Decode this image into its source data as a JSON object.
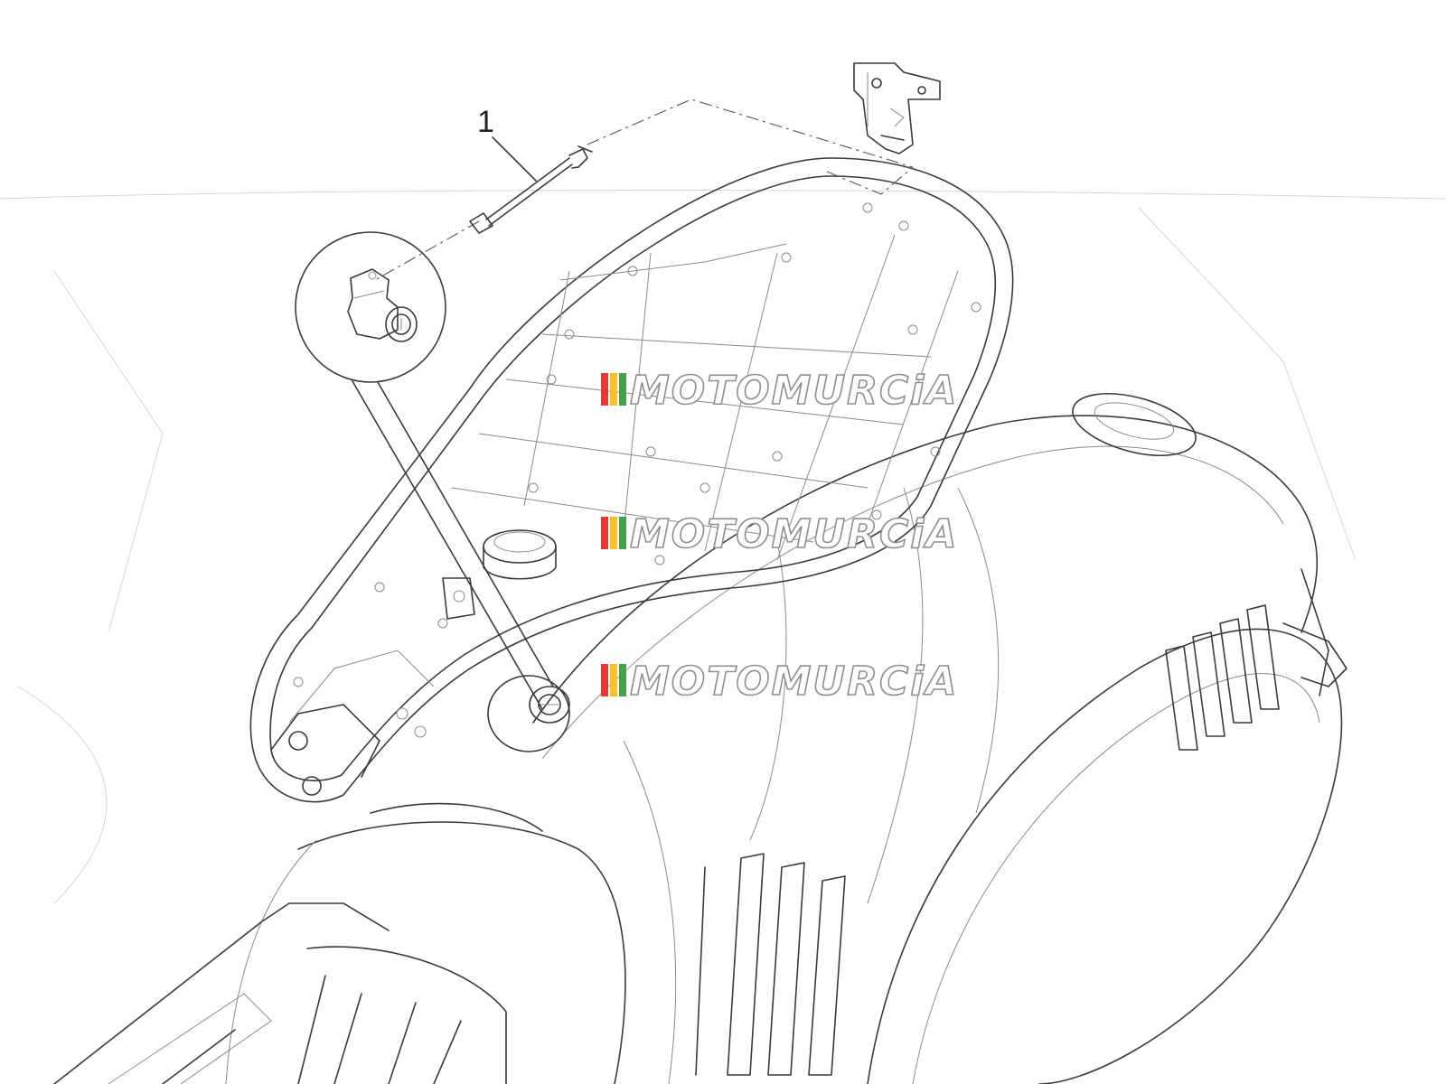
{
  "callouts": [
    {
      "number": "1",
      "part": "seat-lock-cable-rod"
    }
  ],
  "watermark": {
    "text": "MOTOMURCiA",
    "bar_colors": [
      "#e53935",
      "#fbc02d",
      "#43a047"
    ]
  },
  "colors": {
    "line": "#3a3a3a",
    "light_line": "#8a8a8a",
    "background": "#ffffff"
  }
}
